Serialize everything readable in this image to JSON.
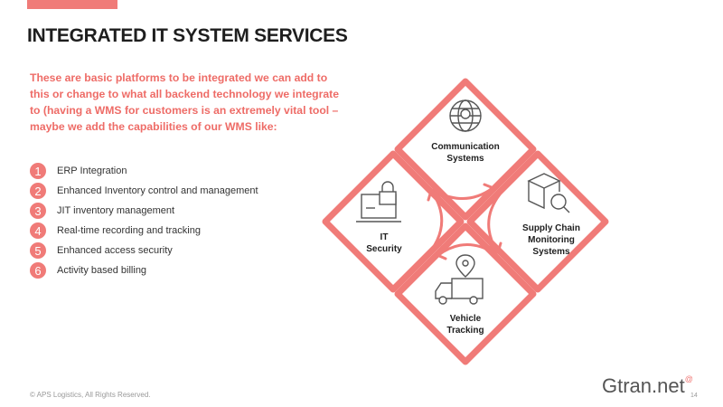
{
  "title": "INTEGRATED IT SYSTEM SERVICES",
  "intro": "These are basic platforms to be integrated we can add to this or change to what all backend technology we integrate to (having a WMS  for customers is an extremely vital tool – maybe we add the capabilities of our WMS like:",
  "list": [
    {
      "num": "1",
      "text": "ERP Integration"
    },
    {
      "num": "2",
      "text": "Enhanced Inventory control and management"
    },
    {
      "num": "3",
      "text": "JIT inventory management"
    },
    {
      "num": "4",
      "text": "Real-time recording and tracking"
    },
    {
      "num": "5",
      "text": "Enhanced access security"
    },
    {
      "num": "6",
      "text": "Activity based billing"
    }
  ],
  "diagram": {
    "communication": [
      "Communication",
      "Systems"
    ],
    "supply": [
      "Supply Chain",
      "Monitoring",
      "Systems"
    ],
    "vehicle": [
      "Vehicle",
      "Tracking"
    ],
    "security": [
      "IT",
      "Security"
    ]
  },
  "footer": "© APS Logistics, All Rights Reserved.",
  "logo": "Gtran.net",
  "page_number": "14",
  "colors": {
    "accent": "#f07b78",
    "intro_text": "#ee6c67"
  }
}
